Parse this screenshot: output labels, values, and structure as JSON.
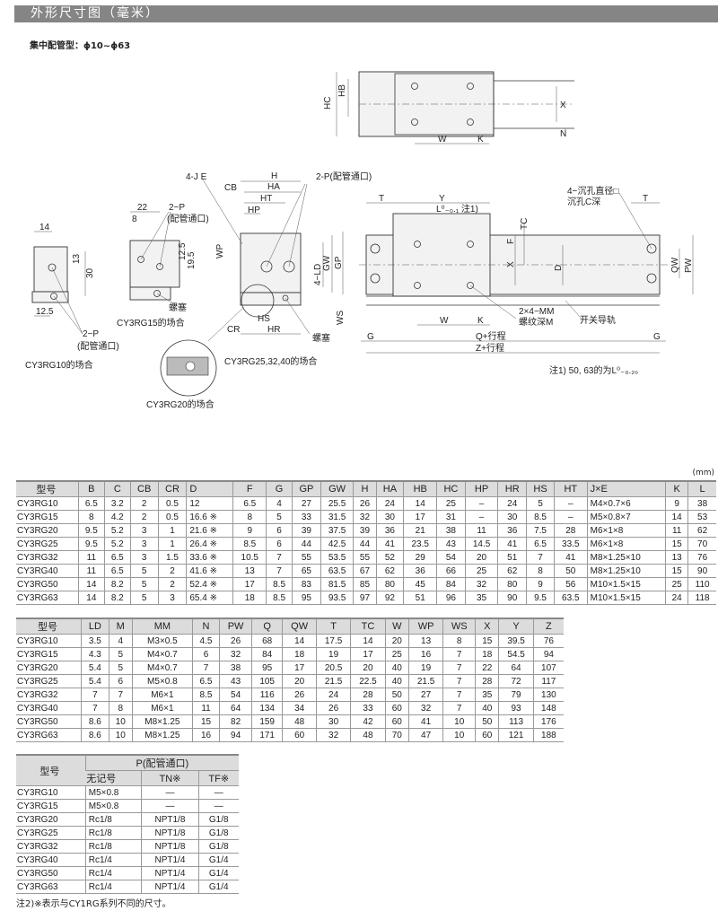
{
  "header": {
    "title": "外形尺寸图（毫米）"
  },
  "subtitle": "集中配管型：ϕ10~ϕ63",
  "drawing": {
    "top": {
      "HC": "HC",
      "HB": "HB",
      "X": "X",
      "N": "N",
      "W": "W",
      "K": "K"
    },
    "cy10": {
      "d14": "14",
      "d13": "13",
      "d30": "30",
      "d125": "12.5",
      "port": "2−P",
      "port2": "(配管通口)",
      "caption": "CY3RG10的场合"
    },
    "cy15": {
      "d22": "22",
      "d8": "8",
      "port": "2−P",
      "port2": "(配管通口)",
      "d125": "12.5",
      "d195": "19.5",
      "plug": "螺塞",
      "caption": "CY3RG15的场合"
    },
    "cy25": {
      "je": "4-J  E",
      "CB": "CB",
      "H": "H",
      "HA": "HA",
      "HT": "HT",
      "HP": "HP",
      "port": "2-P(配管通口)",
      "WP": "WP",
      "LD": "4−LD",
      "GW": "GW",
      "GP": "GP",
      "HS": "HS",
      "CR": "CR",
      "HR": "HR",
      "WS": "WS",
      "plug": "螺塞",
      "caption": "CY3RG25,32,40的场合"
    },
    "cy20": {
      "caption": "CY3RG20的场合"
    },
    "front": {
      "T": "T",
      "Y": "Y",
      "L": "L⁰₋₀.₁ 注1)",
      "cb1": "4−沉孔直径□",
      "cb2": "沉孔C深",
      "T2": "T",
      "TC": "TC",
      "F": "F",
      "X": "X",
      "D": "D",
      "QW": "QW",
      "PW": "PW",
      "W": "W",
      "K": "K",
      "mm1": "2×4−MM",
      "mm2": "螺纹深M",
      "rail": "开关导轨",
      "G": "G",
      "G2": "G",
      "Q": "Q+行程",
      "Z": "Z+行程",
      "note1": "注1) 50, 63的为L⁰₋₀.₂。"
    }
  },
  "table1": {
    "unit": "(mm)",
    "headers": [
      "型号",
      "B",
      "C",
      "CB",
      "CR",
      "D",
      "F",
      "G",
      "GP",
      "GW",
      "H",
      "HA",
      "HB",
      "HC",
      "HP",
      "HR",
      "HS",
      "HT",
      "J×E",
      "K",
      "L"
    ],
    "rows": [
      [
        "CY3RG10",
        "6.5",
        "3.2",
        "2",
        "0.5",
        "12",
        "6.5",
        "4",
        "27",
        "25.5",
        "26",
        "24",
        "14",
        "25",
        "–",
        "24",
        "5",
        "–",
        "M4×0.7×6",
        "9",
        "38"
      ],
      [
        "CY3RG15",
        "8",
        "4.2",
        "2",
        "0.5",
        "16.6 ※",
        "8",
        "5",
        "33",
        "31.5",
        "32",
        "30",
        "17",
        "31",
        "–",
        "30",
        "8.5",
        "–",
        "M5×0.8×7",
        "14",
        "53"
      ],
      [
        "CY3RG20",
        "9.5",
        "5.2",
        "3",
        "1",
        "21.6 ※",
        "9",
        "6",
        "39",
        "37.5",
        "39",
        "36",
        "21",
        "38",
        "11",
        "36",
        "7.5",
        "28",
        "M6×1×8",
        "11",
        "62"
      ],
      [
        "CY3RG25",
        "9.5",
        "5.2",
        "3",
        "1",
        "26.4 ※",
        "8.5",
        "6",
        "44",
        "42.5",
        "44",
        "41",
        "23.5",
        "43",
        "14.5",
        "41",
        "6.5",
        "33.5",
        "M6×1×8",
        "15",
        "70"
      ],
      [
        "CY3RG32",
        "11",
        "6.5",
        "3",
        "1.5",
        "33.6 ※",
        "10.5",
        "7",
        "55",
        "53.5",
        "55",
        "52",
        "29",
        "54",
        "20",
        "51",
        "7",
        "41",
        "M8×1.25×10",
        "13",
        "76"
      ],
      [
        "CY3RG40",
        "11",
        "6.5",
        "5",
        "2",
        "41.6 ※",
        "13",
        "7",
        "65",
        "63.5",
        "67",
        "62",
        "36",
        "66",
        "25",
        "62",
        "8",
        "50",
        "M8×1.25×10",
        "15",
        "90"
      ],
      [
        "CY3RG50",
        "14",
        "8.2",
        "5",
        "2",
        "52.4 ※",
        "17",
        "8.5",
        "83",
        "81.5",
        "85",
        "80",
        "45",
        "84",
        "32",
        "80",
        "9",
        "56",
        "M10×1.5×15",
        "25",
        "110"
      ],
      [
        "CY3RG63",
        "14",
        "8.2",
        "5",
        "3",
        "65.4 ※",
        "18",
        "8.5",
        "95",
        "93.5",
        "97",
        "92",
        "51",
        "96",
        "35",
        "90",
        "9.5",
        "63.5",
        "M10×1.5×15",
        "24",
        "118"
      ]
    ]
  },
  "table2": {
    "headers": [
      "型号",
      "LD",
      "M",
      "MM",
      "N",
      "PW",
      "Q",
      "QW",
      "T",
      "TC",
      "W",
      "WP",
      "WS",
      "X",
      "Y",
      "Z"
    ],
    "rows": [
      [
        "CY3RG10",
        "3.5",
        "4",
        "M3×0.5",
        "4.5",
        "26",
        "68",
        "14",
        "17.5",
        "14",
        "20",
        "13",
        "8",
        "15",
        "39.5",
        "76"
      ],
      [
        "CY3RG15",
        "4.3",
        "5",
        "M4×0.7",
        "6",
        "32",
        "84",
        "18",
        "19",
        "17",
        "25",
        "16",
        "7",
        "18",
        "54.5",
        "94"
      ],
      [
        "CY3RG20",
        "5.4",
        "5",
        "M4×0.7",
        "7",
        "38",
        "95",
        "17",
        "20.5",
        "20",
        "40",
        "19",
        "7",
        "22",
        "64",
        "107"
      ],
      [
        "CY3RG25",
        "5.4",
        "6",
        "M5×0.8",
        "6.5",
        "43",
        "105",
        "20",
        "21.5",
        "22.5",
        "40",
        "21.5",
        "7",
        "28",
        "72",
        "117"
      ],
      [
        "CY3RG32",
        "7",
        "7",
        "M6×1",
        "8.5",
        "54",
        "116",
        "26",
        "24",
        "28",
        "50",
        "27",
        "7",
        "35",
        "79",
        "130"
      ],
      [
        "CY3RG40",
        "7",
        "8",
        "M6×1",
        "11",
        "64",
        "134",
        "34",
        "26",
        "33",
        "60",
        "32",
        "7",
        "40",
        "93",
        "148"
      ],
      [
        "CY3RG50",
        "8.6",
        "10",
        "M8×1.25",
        "15",
        "82",
        "159",
        "48",
        "30",
        "42",
        "60",
        "41",
        "10",
        "50",
        "113",
        "176"
      ],
      [
        "CY3RG63",
        "8.6",
        "10",
        "M8×1.25",
        "16",
        "94",
        "171",
        "60",
        "32",
        "48",
        "70",
        "47",
        "10",
        "60",
        "121",
        "188"
      ]
    ]
  },
  "table3": {
    "model": "型号",
    "group": "P(配管通口)",
    "sub": [
      "无记号",
      "TN※",
      "TF※"
    ],
    "rows": [
      [
        "CY3RG10",
        "M5×0.8",
        "—",
        "—"
      ],
      [
        "CY3RG15",
        "M5×0.8",
        "—",
        "—"
      ],
      [
        "CY3RG20",
        "Rc1/8",
        "NPT1/8",
        "G1/8"
      ],
      [
        "CY3RG25",
        "Rc1/8",
        "NPT1/8",
        "G1/8"
      ],
      [
        "CY3RG32",
        "Rc1/8",
        "NPT1/8",
        "G1/8"
      ],
      [
        "CY3RG40",
        "Rc1/4",
        "NPT1/4",
        "G1/4"
      ],
      [
        "CY3RG50",
        "Rc1/4",
        "NPT1/4",
        "G1/4"
      ],
      [
        "CY3RG63",
        "Rc1/4",
        "NPT1/4",
        "G1/4"
      ]
    ]
  },
  "note2": "注2)※表示与CY1RG系列不同的尺寸。"
}
